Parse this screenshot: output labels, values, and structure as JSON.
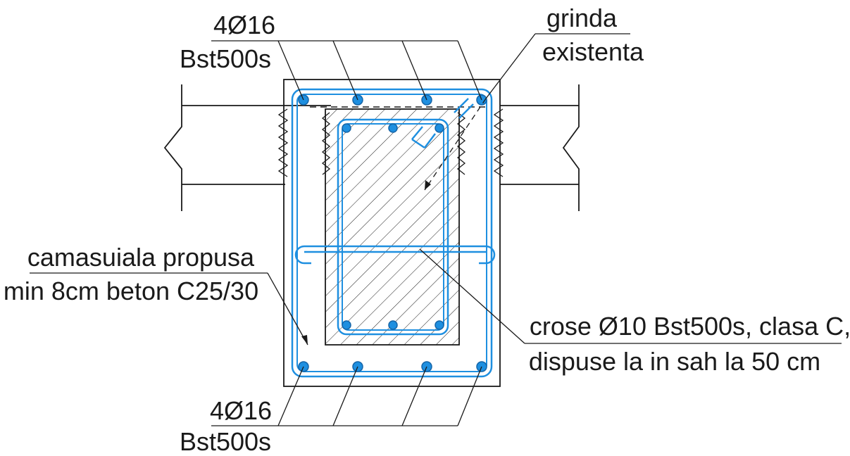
{
  "labels": {
    "top_bars_qty": "4Ø16",
    "top_bars_steel": "Bst500s",
    "beam_line1": "grinda",
    "beam_line2": "existenta",
    "jacket_line1": "camasuiala propusa",
    "jacket_line2": "min 8cm beton C25/30",
    "ties_line1": "crose Ø10 Bst500s, clasa C,",
    "ties_line2": "dispuse la in sah la 50 cm",
    "bottom_bars_qty": "4Ø16",
    "bottom_bars_steel": "Bst500s"
  },
  "colors": {
    "reinforcement": "#1e8fe0",
    "lines": "#1a1a1a"
  }
}
